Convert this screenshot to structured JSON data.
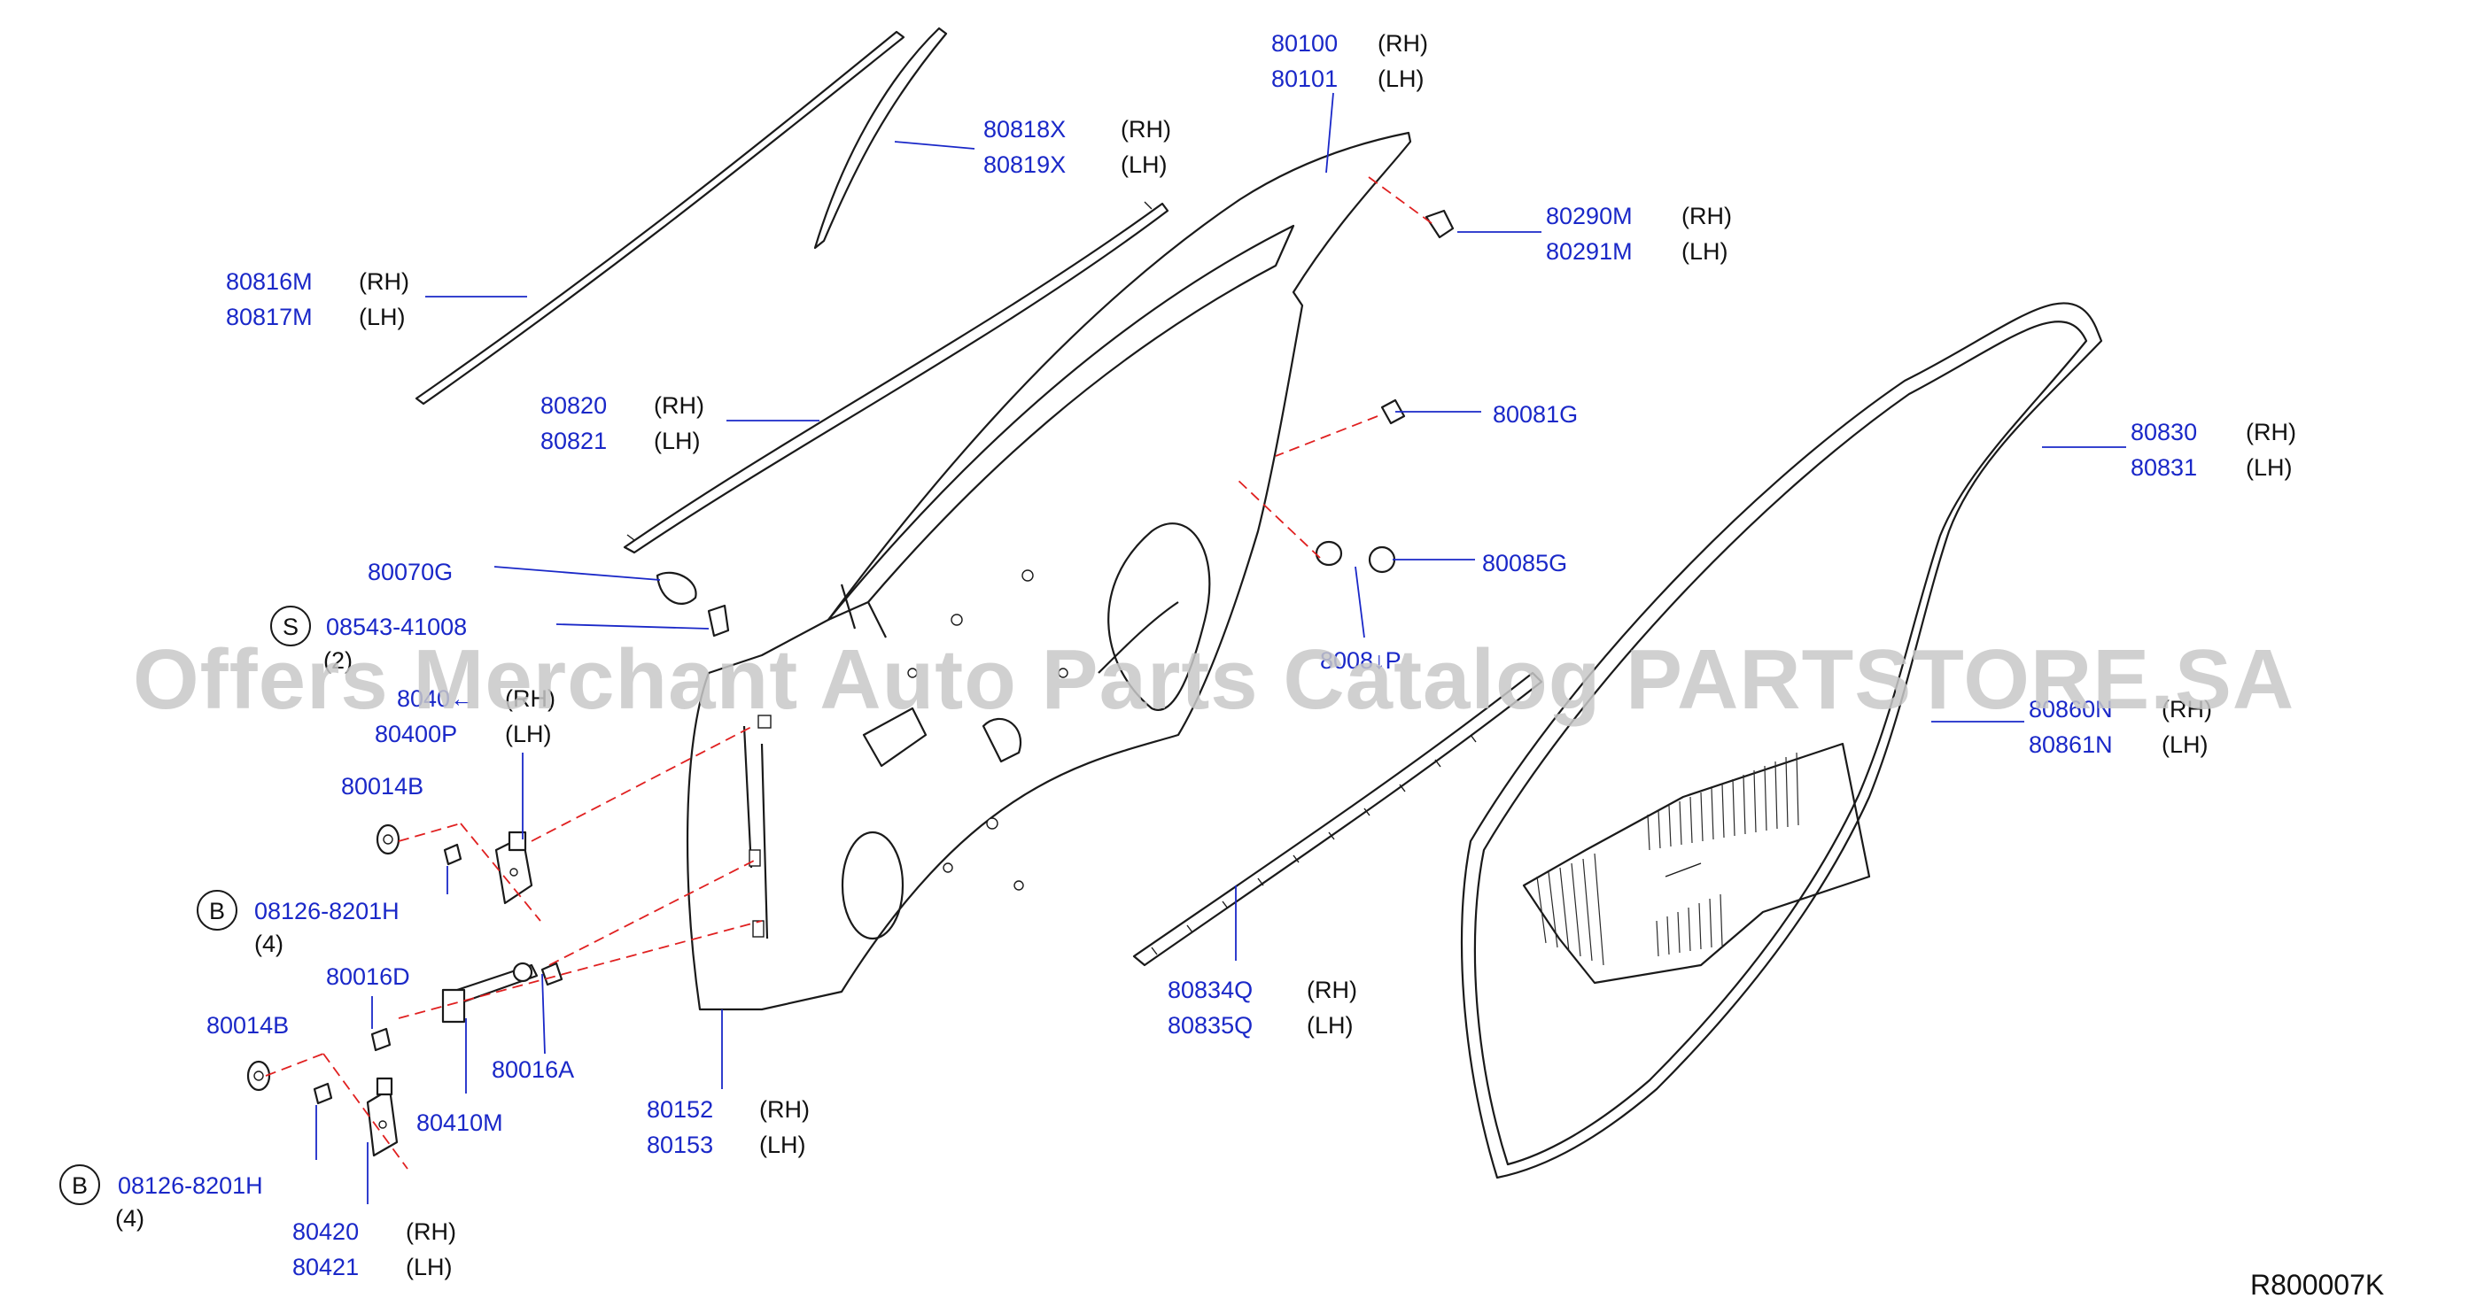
{
  "callouts": {
    "p80100": "80100",
    "p80101": "80101",
    "p80818x": "80818X",
    "p80819x": "80819X",
    "p80816m": "80816M",
    "p80817m": "80817M",
    "p80290m": "80290M",
    "p80291m": "80291M",
    "p80820": "80820",
    "p80821": "80821",
    "p80081g": "80081G",
    "p80830": "80830",
    "p80831": "80831",
    "p80070g": "80070G",
    "p80085g": "80085G",
    "p08543": "08543-41008",
    "p8008xp": "8008↓P",
    "p8040x": "8040←",
    "p80400p": "80400P",
    "p80860n": "80860N",
    "p80861n": "80861N",
    "p80014b_a": "80014B",
    "p08126_a": "08126-8201H",
    "p80834q": "80834Q",
    "p80835q": "80835Q",
    "p80016d": "80016D",
    "p80014b_b": "80014B",
    "p80016a": "80016A",
    "p80152": "80152",
    "p80153": "80153",
    "p80410m": "80410M",
    "p08126_b": "08126-8201H",
    "p80420": "80420",
    "p80421": "80421"
  },
  "sides": {
    "rh": "(RH)",
    "lh": "(LH)",
    "rh_partial": "(RH)"
  },
  "quantities": {
    "q2": "(2)",
    "q4a": "(4)",
    "q4b": "(4)"
  },
  "symbols": {
    "s": "S",
    "b1": "B",
    "b2": "B"
  },
  "watermark": "Offers Merchant Auto Parts Catalog PARTSTORE.SA",
  "diagram_code": "R800007K",
  "colors": {
    "part_number": "#1a28c8",
    "leader": "#1a28c8",
    "dashed": "#e02020",
    "outline": "#1a1a1a"
  }
}
